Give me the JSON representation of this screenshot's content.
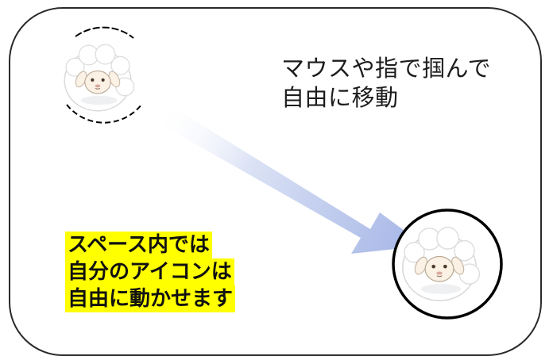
{
  "caption": {
    "line1": "マウスや指で掴んで",
    "line2": "自由に移動"
  },
  "note": {
    "line1": "スペース内では",
    "line2": "自分のアイコンは",
    "line3": "自由に動かせます",
    "highlight_color": "#ffff00"
  },
  "colors": {
    "frame": "#2a2a2a",
    "arrow": "#a4b5e6",
    "icon_ring": "#000000",
    "wool": "#ffffff",
    "face": "#fbf1e4"
  },
  "icons": {
    "source": "sheep-icon",
    "destination": "sheep-icon"
  }
}
